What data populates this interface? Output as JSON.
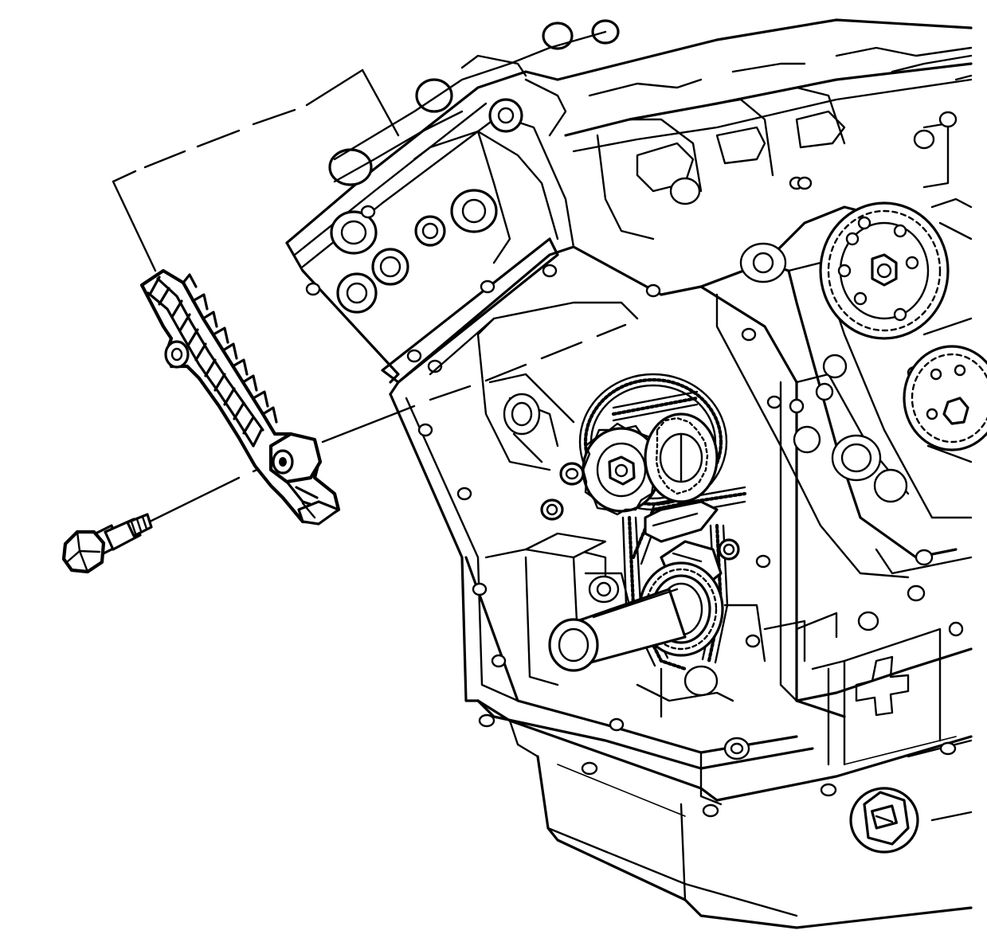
{
  "diagram": {
    "style": "black-and-white line art",
    "background_color": "#ffffff",
    "line_color": "#000000",
    "components": [
      "engine-block",
      "cylinder-head",
      "timing-chain",
      "crankshaft-sprocket",
      "camshaft-sprocket",
      "timing-chain-guide",
      "guide-bolt",
      "oil-pan",
      "drain-plug"
    ],
    "leader_lines": [
      "guide-to-engine-mount-leader",
      "bolt-to-guide-leader",
      "guide-to-cylinder-head-leader"
    ]
  }
}
